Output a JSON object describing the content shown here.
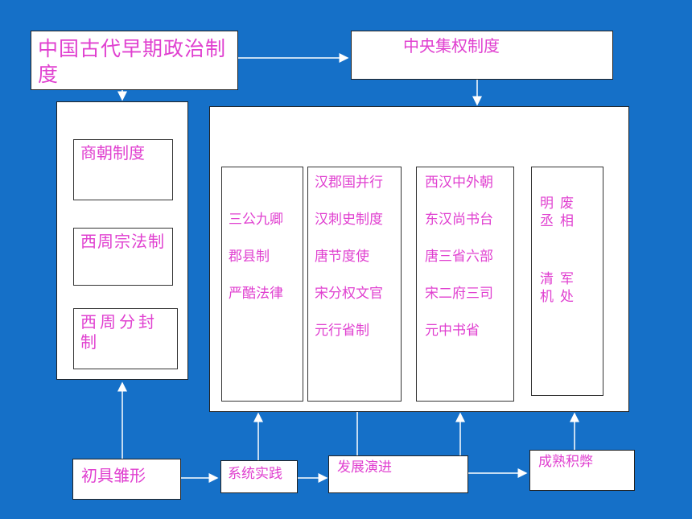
{
  "title_box": "中国古代早期政治制度",
  "central_box": "中央集权制度",
  "early_items": [
    "商朝制度",
    "西周宗法制",
    "西周分封制"
  ],
  "columns": [
    [
      "",
      "三公九卿",
      "郡县制",
      "严酷法律",
      ""
    ],
    [
      "汉郡国并行",
      "汉刺史制度",
      "唐节度使",
      "宋分权文官",
      "元行省制"
    ],
    [
      "西汉中外朝",
      "东汉尚书台",
      "唐三省六部",
      "宋二府三司",
      "元中书省"
    ],
    [
      "明废丞相",
      "清军机处"
    ]
  ],
  "stages": [
    "初具雏形",
    "系统实践",
    "发展演进",
    "成熟积弊"
  ],
  "colors": {
    "background": "#1570c8",
    "text": "#e040d0",
    "box": "#ffffff"
  }
}
